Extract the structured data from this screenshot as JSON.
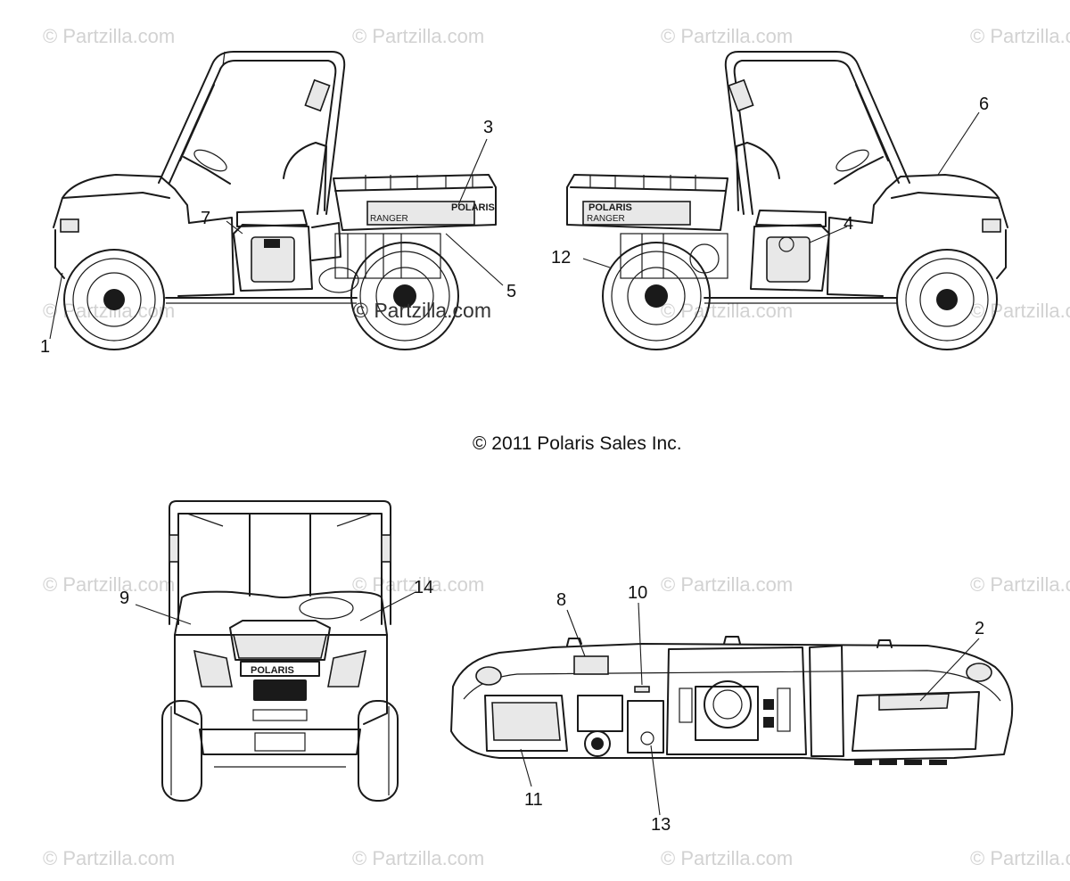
{
  "watermark": "© Partzilla.com",
  "center_watermark": "© Partzilla.com",
  "copyright": "© 2011 Polaris Sales Inc.",
  "decals": {
    "brand": "POLARIS",
    "model": "RANGER"
  },
  "callouts": [
    "1",
    "2",
    "3",
    "4",
    "5",
    "6",
    "7",
    "8",
    "9",
    "10",
    "11",
    "12",
    "13",
    "14"
  ]
}
